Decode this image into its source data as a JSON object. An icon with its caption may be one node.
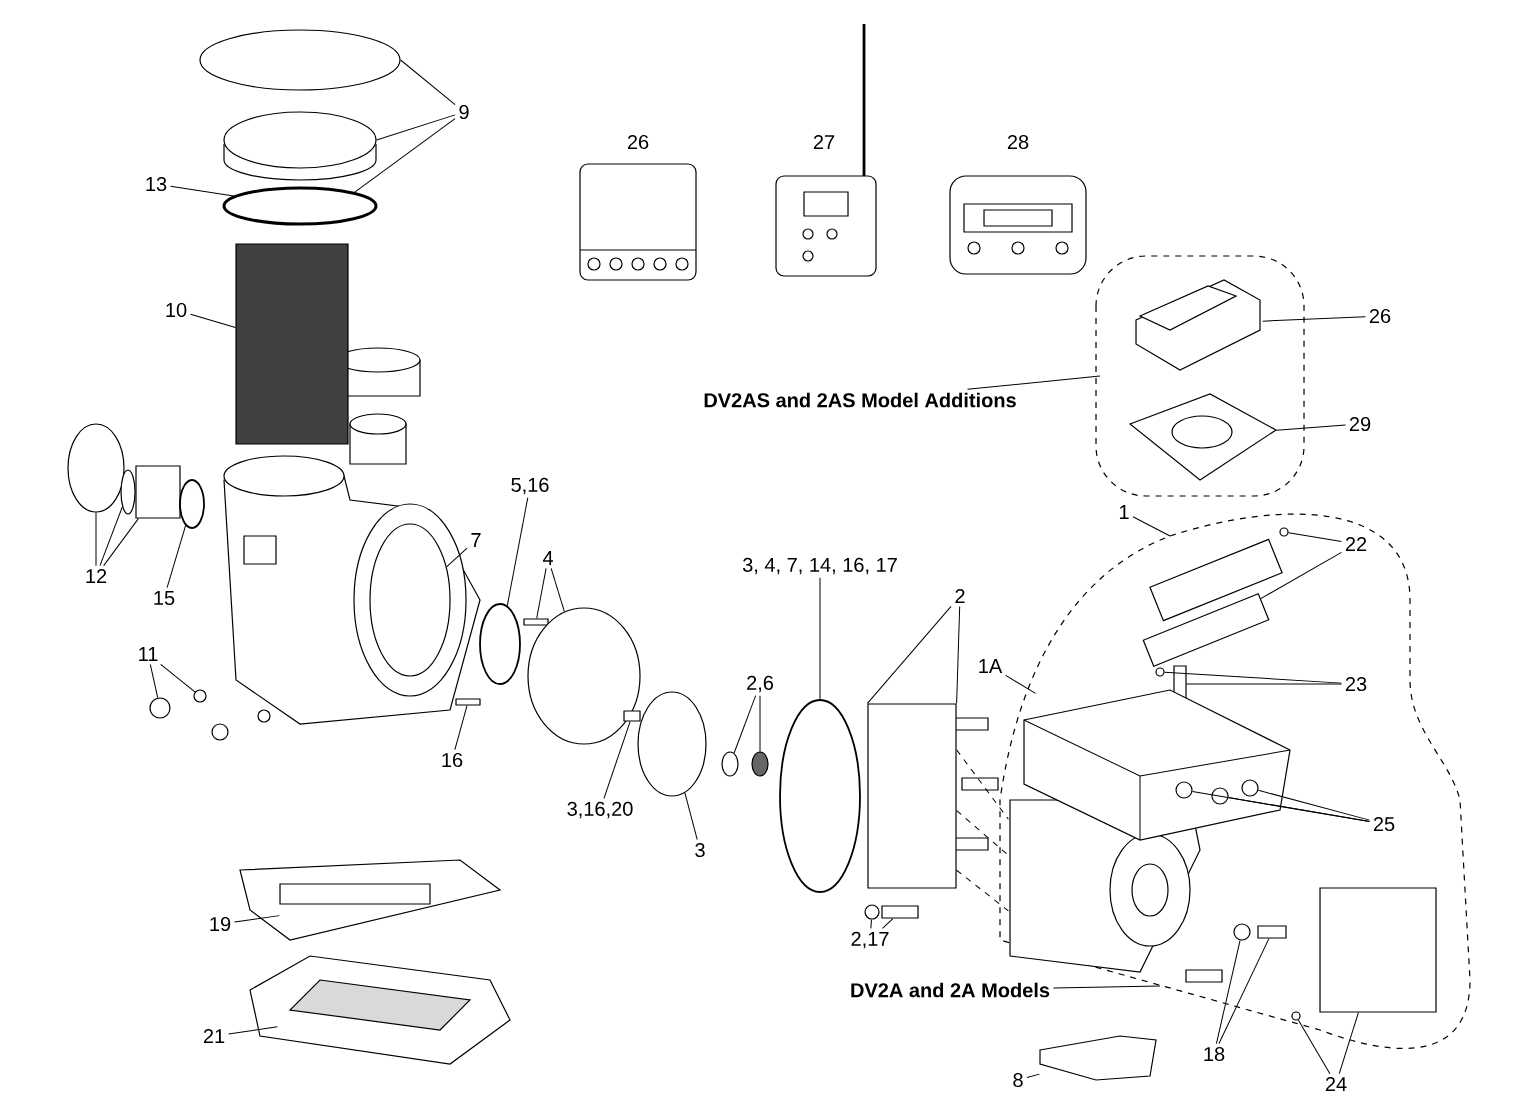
{
  "diagram": {
    "nodes": [
      {
        "text": [
          "9"
        ]
      },
      {
        "text": [
          "13"
        ]
      },
      {
        "text": [
          "10"
        ]
      },
      {
        "text": [
          "26"
        ]
      },
      {
        "text": [
          "DV2AS and 2AS Model Additions"
        ]
      },
      {
        "text": [
          "29"
        ]
      },
      {
        "text": [
          "5,16"
        ]
      },
      {
        "text": [
          "1"
        ]
      },
      {
        "text": [
          "7"
        ]
      },
      {
        "text": [
          "22"
        ]
      },
      {
        "text": [
          "4"
        ]
      },
      {
        "text": [
          "3, 4, 7, 14, 16, 17"
        ]
      },
      {
        "text": [
          "12"
        ]
      },
      {
        "text": [
          "2"
        ]
      },
      {
        "text": [
          "15"
        ]
      },
      {
        "text": [
          "11"
        ]
      },
      {
        "text": [
          "1A"
        ]
      },
      {
        "text": [
          "2,6"
        ]
      },
      {
        "text": [
          "23"
        ]
      },
      {
        "text": [
          "16"
        ]
      },
      {
        "text": [
          "3,16,20"
        ]
      },
      {
        "text": [
          "25"
        ]
      },
      {
        "text": [
          "3"
        ]
      },
      {
        "text": [
          "19"
        ]
      },
      {
        "text": [
          "2,17"
        ]
      },
      {
        "text": [
          "DV2A and 2A Models"
        ]
      },
      {
        "text": [
          "21"
        ]
      },
      {
        "text": [
          "18"
        ]
      },
      {
        "text": [
          "8"
        ]
      },
      {
        "text": [
          "24"
        ]
      },
      {
        "text": [],
        "shape": "circle"
      },
      {
        "text": [],
        "shape": "circle"
      },
      {
        "text": [],
        "shape": "circle"
      },
      {
        "text": [],
        "shape": "box"
      },
      {
        "text": [],
        "shape": "circle"
      },
      {
        "text": [],
        "shape": "circle"
      },
      {
        "text": [],
        "shape": "box"
      },
      {
        "text": [],
        "shape": "circle"
      },
      {
        "text": [],
        "shape": "picture"
      },
      {
        "text": [],
        "shape": "circle"
      },
      {
        "text": [],
        "shape": "circle"
      },
      {
        "text": [],
        "shape": "circle"
      },
      {
        "text": [],
        "shape": "box"
      },
      {
        "text": [],
        "shape": "circle"
      },
      {
        "text": [],
        "shape": "box"
      },
      {
        "text": [],
        "shape": "box"
      },
      {
        "text": [],
        "shape": "circle"
      },
      {
        "text": [],
        "shape": "circle"
      },
      {
        "text": [],
        "shape": "circle"
      },
      {
        "text": [],
        "shape": "circle"
      },
      {
        "text": [],
        "shape": "box"
      },
      {
        "text": [],
        "shape": "circle"
      },
      {
        "text": [],
        "shape": "box"
      },
      {
        "text": [],
        "shape": "circle"
      },
      {
        "text": [],
        "shape": "box"
      },
      {
        "text": [],
        "shape": "circle"
      },
      {
        "text": [],
        "shape": "box"
      },
      {
        "text": [],
        "shape": "picture"
      },
      {
        "text": [],
        "shape": "circle",
        "in": 57
      },
      {
        "text": [],
        "shape": "circle",
        "in": 57
      },
      {
        "text": [],
        "shape": "circle",
        "in": 57
      },
      {
        "text": [],
        "shape": "circle"
      },
      {
        "text": [],
        "shape": "box"
      },
      {
        "text": [],
        "shape": "box"
      },
      {
        "text": [],
        "shape": "circle"
      },
      {
        "text": [],
        "shape": "picture"
      },
      {
        "text": [],
        "shape": "picture"
      },
      {
        "text": [],
        "shape": "picture"
      },
      {
        "text": [],
        "shape": "picture"
      },
      {
        "text": [],
        "shape": "picture"
      },
      {
        "text": [],
        "shape": "box"
      },
      {
        "text": [],
        "shape": "picture"
      }
    ],
    "edges": [
      {
        "from": 0,
        "to": 30,
        "arrow": "none"
      },
      {
        "from": 0,
        "to": 31,
        "arrow": "none"
      },
      {
        "from": 0,
        "to": 32,
        "arrow": "none"
      },
      {
        "from": 1,
        "to": 32,
        "arrow": "none"
      },
      {
        "from": 2,
        "to": 33,
        "arrow": "none"
      },
      {
        "from": 3,
        "to": 68,
        "arrow": "none"
      },
      {
        "from": 4,
        "to": null,
        "arrow": "none"
      },
      {
        "from": 5,
        "to": 69,
        "arrow": "none"
      },
      {
        "from": 6,
        "to": 41,
        "arrow": "none"
      },
      {
        "from": 7,
        "to": null,
        "arrow": "none"
      },
      {
        "from": 8,
        "to": 38,
        "arrow": "none"
      },
      {
        "from": 9,
        "to": 53,
        "arrow": "none"
      },
      {
        "from": 9,
        "to": 54,
        "arrow": "none"
      },
      {
        "from": 10,
        "to": 42,
        "arrow": "none"
      },
      {
        "from": 10,
        "to": 43,
        "arrow": "none"
      },
      {
        "from": 11,
        "to": 49,
        "arrow": "none"
      },
      {
        "from": 12,
        "to": 34,
        "arrow": "none"
      },
      {
        "from": 12,
        "to": 35,
        "arrow": "none"
      },
      {
        "from": 12,
        "to": 36,
        "arrow": "none"
      },
      {
        "from": 13,
        "to": 50,
        "arrow": "none"
      },
      {
        "from": 13,
        "to": 50,
        "arrow": "none"
      },
      {
        "from": 14,
        "to": 37,
        "arrow": "none"
      },
      {
        "from": 15,
        "to": 39,
        "arrow": "none"
      },
      {
        "from": 15,
        "to": 40,
        "arrow": "none"
      },
      {
        "from": 16,
        "to": 57,
        "arrow": "none"
      },
      {
        "from": 17,
        "to": 47,
        "arrow": "none"
      },
      {
        "from": 17,
        "to": 48,
        "arrow": "none"
      },
      {
        "from": 18,
        "to": 55,
        "arrow": "none"
      },
      {
        "from": 18,
        "to": 56,
        "arrow": "none"
      },
      {
        "from": 19,
        "to": 44,
        "arrow": "none"
      },
      {
        "from": 20,
        "to": 45,
        "arrow": "none"
      },
      {
        "from": 21,
        "to": 58,
        "arrow": "none"
      },
      {
        "from": 21,
        "to": 59,
        "arrow": "none"
      },
      {
        "from": 21,
        "to": 60,
        "arrow": "none"
      },
      {
        "from": 22,
        "to": 46,
        "arrow": "none"
      },
      {
        "from": 23,
        "to": 65,
        "arrow": "none"
      },
      {
        "from": 24,
        "to": 51,
        "arrow": "none"
      },
      {
        "from": 24,
        "to": 52,
        "arrow": "none"
      },
      {
        "from": 25,
        "to": null,
        "arrow": "none"
      },
      {
        "from": 26,
        "to": 66,
        "arrow": "none"
      },
      {
        "from": 27,
        "to": 61,
        "arrow": "none"
      },
      {
        "from": 27,
        "to": 62,
        "arrow": "none"
      },
      {
        "from": 28,
        "to": 67,
        "arrow": "none"
      },
      {
        "from": 29,
        "to": 64,
        "arrow": "none"
      },
      {
        "from": 29,
        "to": 63,
        "arrow": "none"
      },
      {
        "from": 50,
        "to": 71,
        "arrow": "none",
        "style": "dashed"
      },
      {
        "from": 50,
        "to": 71,
        "arrow": "none",
        "style": "dashed"
      },
      {
        "from": 50,
        "to": 71,
        "arrow": "none",
        "style": "dashed"
      }
    ],
    "labels": [
      "26",
      "27",
      "28"
    ]
  }
}
